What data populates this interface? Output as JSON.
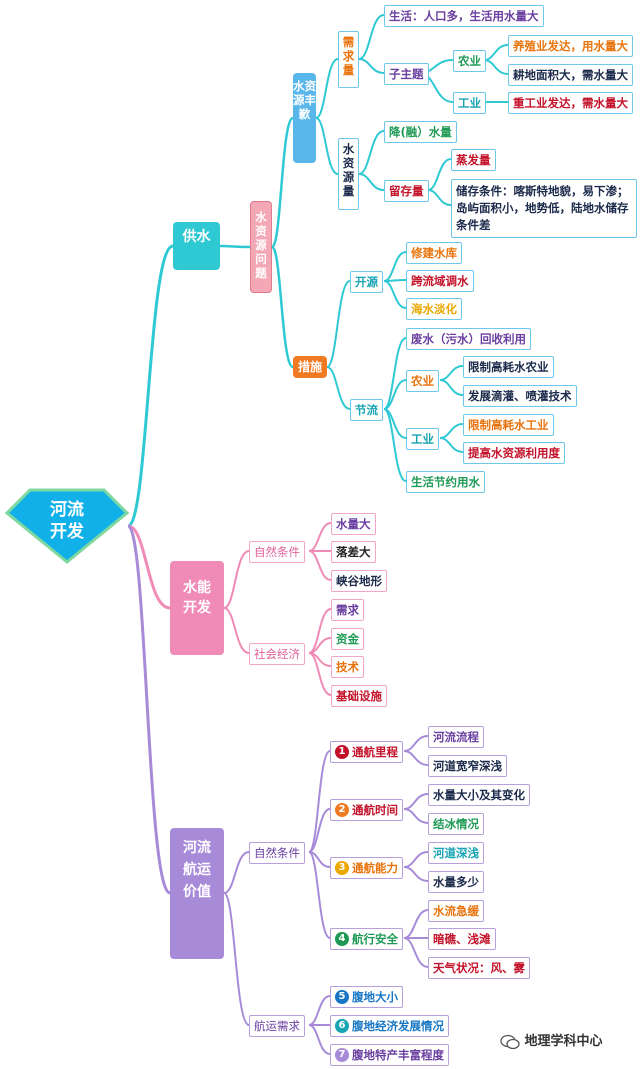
{
  "root": "河流开发",
  "supply": {
    "label": "供水",
    "problem": "水资源问题",
    "abundance": "水资源丰歉",
    "demand": "需求量",
    "life": "生活：人口多，生活用水量大",
    "sub_theme": "子主题",
    "agri": "农业",
    "agri_a": "养殖业发达，用水量大",
    "agri_b": "耕地面积大，需水量大",
    "industry": "工业",
    "industry_a": "重工业发达，需水量大",
    "water_amount": "水资源量",
    "precip": "降(融）水量",
    "retention": "留存量",
    "evap": "蒸发量",
    "storage": "储存条件：喀斯特地貌，易下渗；岛屿面积小，地势低，陆地水储存条件差",
    "measures": "措施",
    "open_source": "开源",
    "reservoir": "修建水库",
    "transfer": "跨流域调水",
    "desal": "海水淡化",
    "save": "节流",
    "reuse": "废水（污水）回收利用",
    "save_agri": "农业",
    "limit_agri": "限制高耗水农业",
    "drip": "发展滴灌、喷灌技术",
    "save_ind": "工业",
    "limit_ind": "限制高耗水工业",
    "raise_util": "提高水资源利用度",
    "life_save": "生活节约用水"
  },
  "hydro": {
    "label": "水能开发",
    "natural": "自然条件",
    "n1": "水量大",
    "n2": "落差大",
    "n3": "峡谷地形",
    "social": "社会经济",
    "s1": "需求",
    "s2": "资金",
    "s3": "技术",
    "s4": "基础设施"
  },
  "nav": {
    "label": "河流航运价值",
    "natural": "自然条件",
    "m1": "通航里程",
    "m1a": "河流流程",
    "m1b": "河道宽窄深浅",
    "m2": "通航时间",
    "m2a": "水量大小及其变化",
    "m2b": "结冰情况",
    "m3": "通航能力",
    "m3a": "河道深浅",
    "m3b": "水量多少",
    "m4": "航行安全",
    "m4a": "水流急缓",
    "m4b": "暗礁、浅滩",
    "m4c": "天气状况：风、雾",
    "demand": "航运需求",
    "d5": "腹地大小",
    "d6": "腹地经济发展情况",
    "d7": "腹地特产丰富程度"
  },
  "numbers": [
    "1",
    "2",
    "3",
    "4",
    "5",
    "6",
    "7"
  ],
  "watermark": "地理学科中心",
  "colors": {
    "cyan": "#2fc9d4",
    "pink": "#f08bb8",
    "purple": "#a88bd8",
    "root": "#12b0e8",
    "blue": "#58b6ea",
    "orange_fill": "#f07a22",
    "salmon": "#f4a7b4"
  }
}
